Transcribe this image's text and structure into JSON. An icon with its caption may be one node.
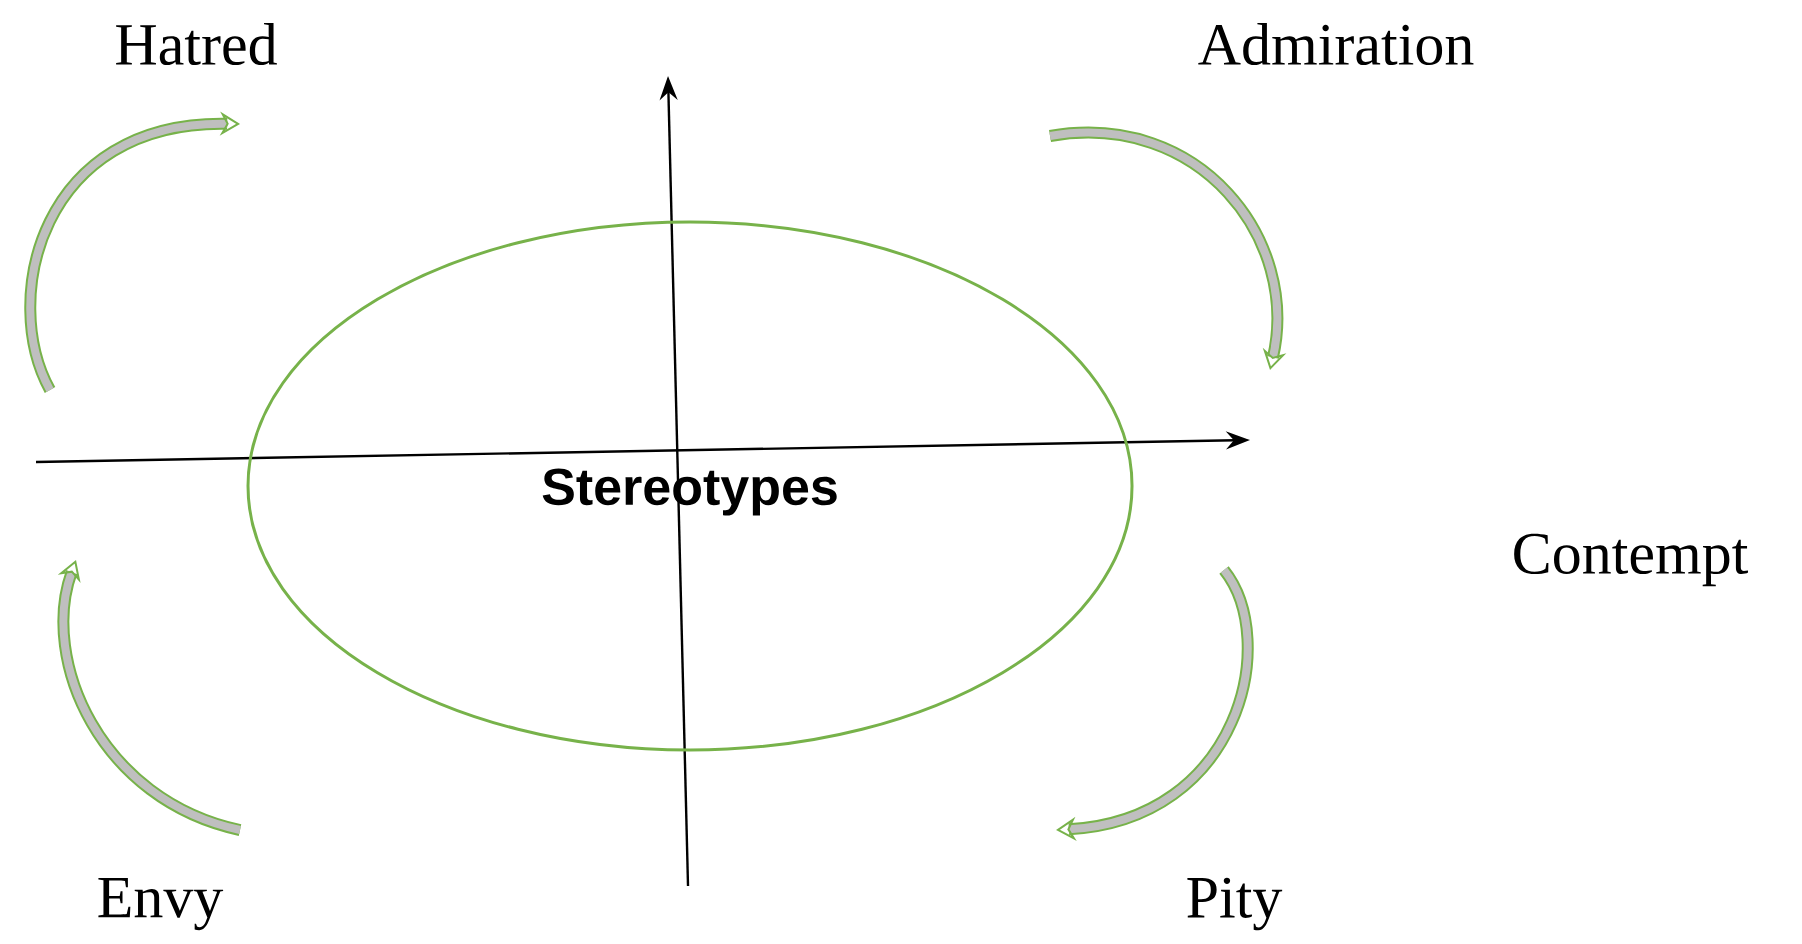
{
  "diagram": {
    "nodes": [
      {
        "text": [
          "Stereotypes"
        ]
      }
    ],
    "labels": [
      "Hatred",
      "Admiration",
      "Contempt",
      "Envy",
      "Pity"
    ]
  }
}
